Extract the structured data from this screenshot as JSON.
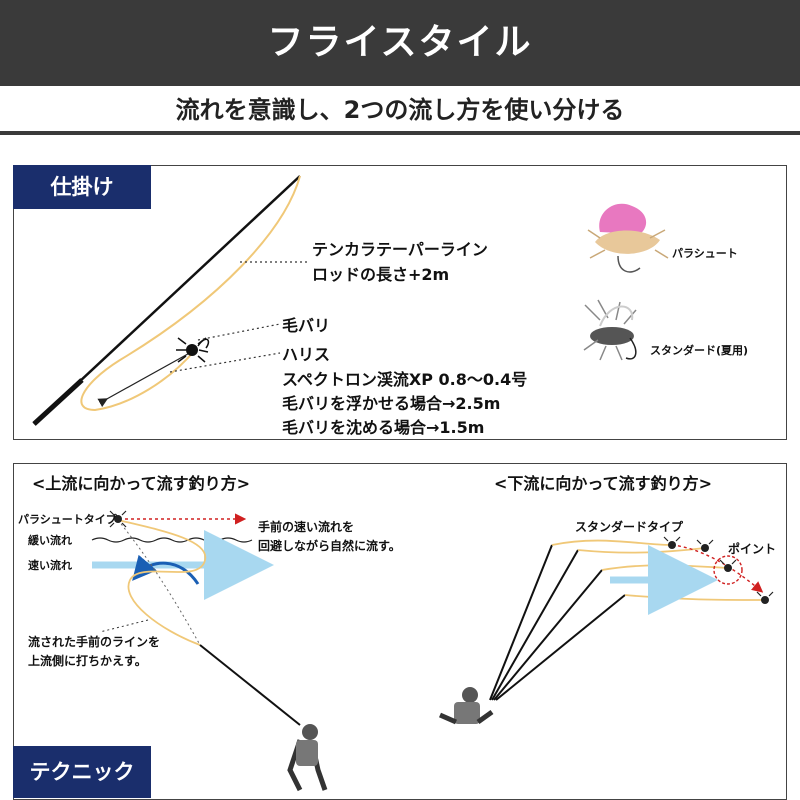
{
  "header": {
    "title": "フライスタイル"
  },
  "subtitle": "流れを意識し、2つの流し方を使い分ける",
  "rig_section": {
    "tag": "仕掛け",
    "line_label": "テンカラテーパーライン",
    "line_length": "ロッドの長さ+2m",
    "fly_label": "毛バリ",
    "tippet_label": "ハリス",
    "tippet_spec": "スペクトロン渓流XP 0.8〜0.4号",
    "float_case": "毛バリを浮かせる場合→2.5m",
    "sink_case": "毛バリを沈める場合→1.5m",
    "fly_parachute": "パラシュート",
    "fly_standard": "スタンダード(夏用)"
  },
  "technique_section": {
    "tag": "テクニック",
    "upstream": {
      "title": "<上流に向かって流す釣り方>",
      "fly_type": "パラシュートタイプ",
      "slow_current": "緩い流れ",
      "fast_current": "速い流れ",
      "note_right_1": "手前の速い流れを",
      "note_right_2": "回避しながら自然に流す。",
      "note_left_1": "流された手前のラインを",
      "note_left_2": "上流側に打ちかえす。"
    },
    "downstream": {
      "title": "<下流に向かって流す釣り方>",
      "fly_type": "スタンダードタイプ",
      "point": "ポイント"
    }
  },
  "colors": {
    "header_bg": "#3a3a3a",
    "tag_bg": "#1a2e6c",
    "line_color": "#f0c878",
    "flow_arrow": "#a8d8f0",
    "curve_arrow": "#1a5fb4",
    "red_dots": "#d02020"
  }
}
